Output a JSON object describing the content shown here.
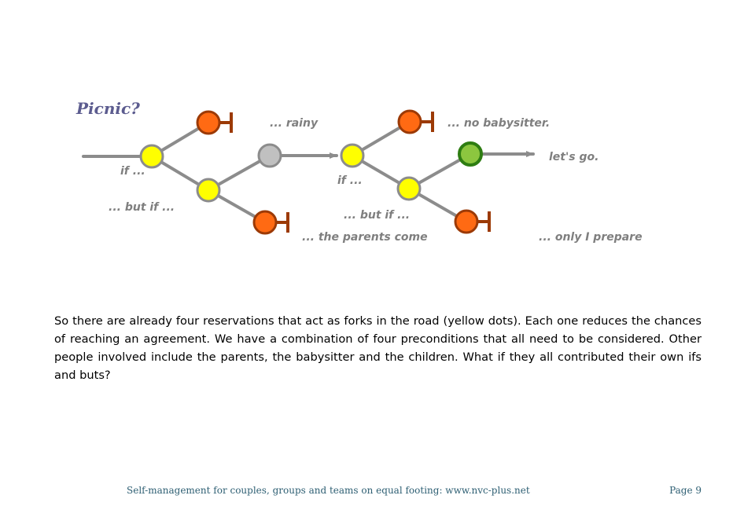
{
  "diagram": {
    "title": "Picnic?",
    "labels": {
      "if_1": "if ...",
      "but_if_1": "... but if ...",
      "rainy": "... rainy",
      "parents_come": "... the parents come",
      "if_2": "if ...",
      "but_if_2": "... but if ...",
      "no_babysitter": "... no babysitter.",
      "lets_go": "let's go.",
      "only_i_prepare": "... only I prepare"
    },
    "colors": {
      "line": "#8c8c8c",
      "fork": "#ffff00",
      "stop": "#ff6a13",
      "stop_bar": "#9c3a06",
      "neutral": "#c0c0c0",
      "go": "#8cc63f",
      "go_ring": "#2e7d12"
    }
  },
  "body": {
    "paragraph": "So there are already four reservations that act as forks in the road (yellow dots). Each one reduces the chances of reaching an agreement. We have a combination of four preconditions that all need to be considered. Other people involved include the parents, the babysitter and the children. What if they all contributed their own ifs and buts?"
  },
  "footer": {
    "left": "Self-management for couples, groups and teams on equal footing:  www.nvc-plus.net",
    "right": "Page 9"
  }
}
